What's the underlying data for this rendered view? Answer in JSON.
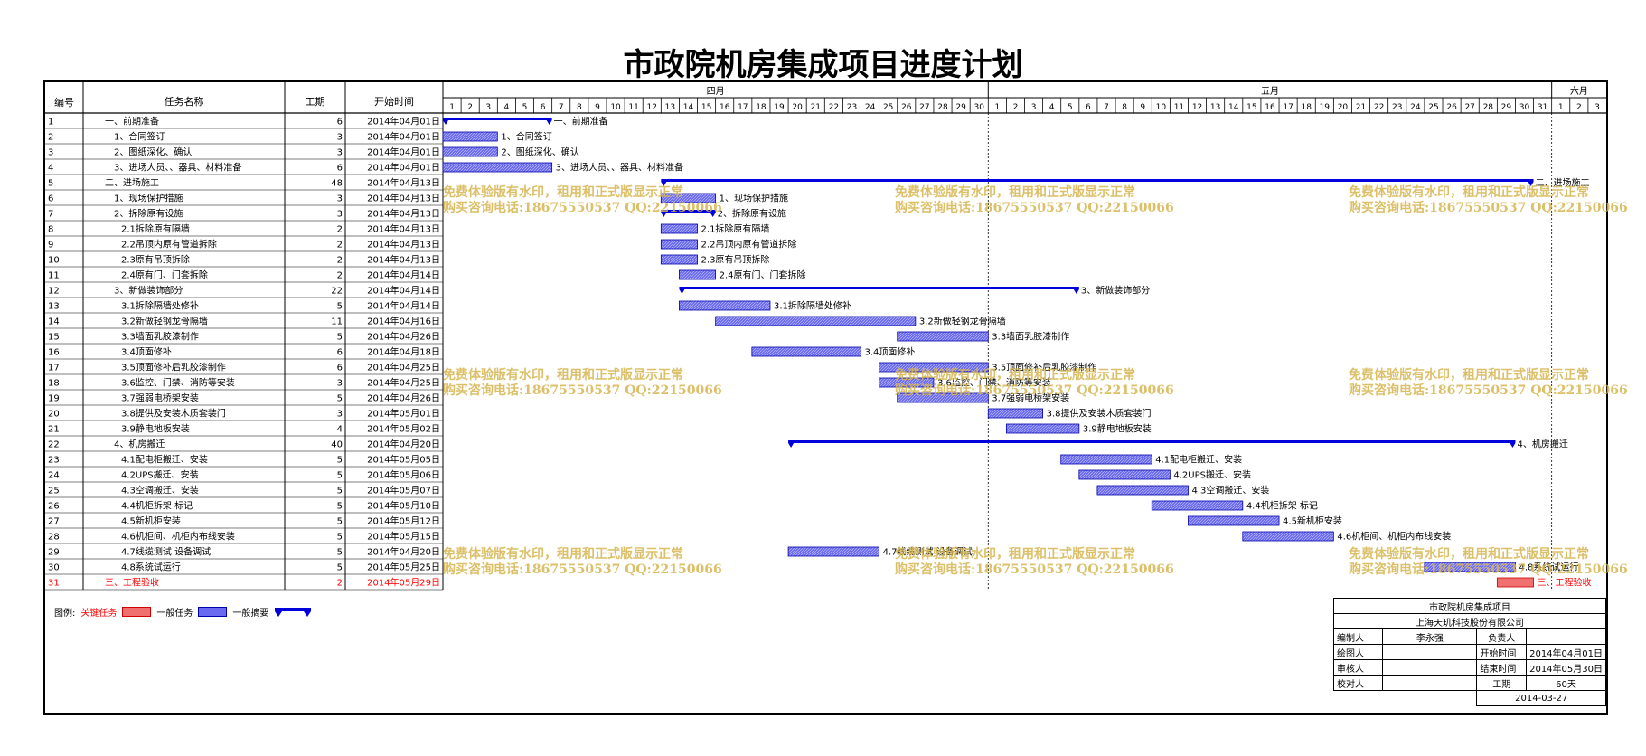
{
  "title": "市政院机房集成项目进度计划",
  "headers": {
    "id": "编号",
    "name": "任务名称",
    "dur": "工期",
    "start": "开始时间"
  },
  "months": [
    "四月",
    "五月",
    "六月"
  ],
  "days": [
    "1",
    "2",
    "3",
    "4",
    "5",
    "6",
    "7",
    "8",
    "9",
    "10",
    "11",
    "12",
    "13",
    "14",
    "15",
    "16",
    "17",
    "18",
    "19",
    "20",
    "21",
    "22",
    "23",
    "24",
    "25",
    "26",
    "27",
    "28",
    "29",
    "30",
    "1",
    "2",
    "3",
    "4",
    "5",
    "6",
    "7",
    "8",
    "9",
    "10",
    "11",
    "12",
    "13",
    "14",
    "15",
    "16",
    "17",
    "18",
    "19",
    "20",
    "21",
    "22",
    "23",
    "24",
    "25",
    "26",
    "27",
    "28",
    "29",
    "30",
    "31",
    "1",
    "2",
    "3"
  ],
  "tasks": [
    {
      "id": "1",
      "name": "一、前期准备",
      "dur": "6",
      "start": "2014年04月01日",
      "label": "一、前期准备",
      "type": "summary"
    },
    {
      "id": "2",
      "name": "1、合同签订",
      "dur": "3",
      "start": "2014年04月01日",
      "label": "1、合同签订",
      "type": "task"
    },
    {
      "id": "3",
      "name": "2、图纸深化、确认",
      "dur": "3",
      "start": "2014年04月01日",
      "label": "2、图纸深化、确认",
      "type": "task"
    },
    {
      "id": "4",
      "name": "3、进场人员、、器具、材料准备",
      "dur": "6",
      "start": "2014年04月01日",
      "label": "3、进场人员、、器具、材料准备",
      "type": "task"
    },
    {
      "id": "5",
      "name": "二、进场施工",
      "dur": "48",
      "start": "2014年04月13日",
      "label": "二、进场施工",
      "type": "summary"
    },
    {
      "id": "6",
      "name": "1、现场保护措施",
      "dur": "3",
      "start": "2014年04月13日",
      "label": "1、现场保护措施",
      "type": "task"
    },
    {
      "id": "7",
      "name": "2、拆除原有设施",
      "dur": "3",
      "start": "2014年04月13日",
      "label": "2、拆除原有设施",
      "type": "summary"
    },
    {
      "id": "8",
      "name": "2.1拆除原有隔墙",
      "dur": "2",
      "start": "2014年04月13日",
      "label": "2.1拆除原有隔墙",
      "type": "task"
    },
    {
      "id": "9",
      "name": "2.2吊顶内原有管道拆除",
      "dur": "2",
      "start": "2014年04月13日",
      "label": "2.2吊顶内原有管道拆除",
      "type": "task"
    },
    {
      "id": "10",
      "name": "2.3原有吊顶拆除",
      "dur": "2",
      "start": "2014年04月13日",
      "label": "2.3原有吊顶拆除",
      "type": "task"
    },
    {
      "id": "11",
      "name": "2.4原有门、门套拆除",
      "dur": "2",
      "start": "2014年04月14日",
      "label": "2.4原有门、门套拆除",
      "type": "task"
    },
    {
      "id": "12",
      "name": "3、新做装饰部分",
      "dur": "22",
      "start": "2014年04月14日",
      "label": "3、新做装饰部分",
      "type": "summary"
    },
    {
      "id": "13",
      "name": "3.1拆除隔墙处修补",
      "dur": "5",
      "start": "2014年04月14日",
      "label": "3.1拆除隔墙处修补",
      "type": "task"
    },
    {
      "id": "14",
      "name": "3.2新做轻钢龙骨隔墙",
      "dur": "11",
      "start": "2014年04月16日",
      "label": "3.2新做轻钢龙骨隔墙",
      "type": "task"
    },
    {
      "id": "15",
      "name": "3.3墙面乳胶漆制作",
      "dur": "5",
      "start": "2014年04月26日",
      "label": "3.3墙面乳胶漆制作",
      "type": "task"
    },
    {
      "id": "16",
      "name": "3.4顶面修补",
      "dur": "6",
      "start": "2014年04月18日",
      "label": "3.4顶面修补",
      "type": "task"
    },
    {
      "id": "17",
      "name": "3.5顶面修补后乳胶漆制作",
      "dur": "6",
      "start": "2014年04月25日",
      "label": "3.5顶面修补后乳胶漆制作",
      "type": "task"
    },
    {
      "id": "18",
      "name": "3.6监控、门禁、消防等安装",
      "dur": "3",
      "start": "2014年04月25日",
      "label": "3.6监控、门禁、消防等安装",
      "type": "task"
    },
    {
      "id": "19",
      "name": "3.7强弱电桥架安装",
      "dur": "5",
      "start": "2014年04月26日",
      "label": "3.7强弱电桥架安装",
      "type": "task"
    },
    {
      "id": "20",
      "name": "3.8提供及安装木质套装门",
      "dur": "3",
      "start": "2014年05月01日",
      "label": "3.8提供及安装木质套装门",
      "type": "task"
    },
    {
      "id": "21",
      "name": "3.9静电地板安装",
      "dur": "4",
      "start": "2014年05月02日",
      "label": "3.9静电地板安装",
      "type": "task"
    },
    {
      "id": "22",
      "name": "4、机房搬迁",
      "dur": "40",
      "start": "2014年04月20日",
      "label": "4、机房搬迁",
      "type": "summary"
    },
    {
      "id": "23",
      "name": "4.1配电柜搬迁、安装",
      "dur": "5",
      "start": "2014年05月05日",
      "label": "4.1配电柜搬迁、安装",
      "type": "task"
    },
    {
      "id": "24",
      "name": "4.2UPS搬迁、安装",
      "dur": "5",
      "start": "2014年05月06日",
      "label": "4.2UPS搬迁、安装",
      "type": "task"
    },
    {
      "id": "25",
      "name": "4.3空调搬迁、安装",
      "dur": "5",
      "start": "2014年05月07日",
      "label": "4.3空调搬迁、安装",
      "type": "task"
    },
    {
      "id": "26",
      "name": "4.4机柜拆架 标记",
      "dur": "5",
      "start": "2014年05月10日",
      "label": "4.4机柜拆架 标记",
      "type": "task"
    },
    {
      "id": "27",
      "name": "4.5新机柜安装",
      "dur": "5",
      "start": "2014年05月12日",
      "label": "4.5新机柜安装",
      "type": "task"
    },
    {
      "id": "28",
      "name": "4.6机柜间、机柜内布线安装",
      "dur": "5",
      "start": "2014年05月15日",
      "label": "4.6机柜间、机柜内布线安装",
      "type": "task"
    },
    {
      "id": "29",
      "name": "4.7线缆测试 设备调试",
      "dur": "5",
      "start": "2014年04月20日",
      "label": "4.7线缆测试 设备调试",
      "type": "task"
    },
    {
      "id": "30",
      "name": "4.8系统试运行",
      "dur": "5",
      "start": "2014年05月25日",
      "label": "4.8系统试运行",
      "type": "task"
    },
    {
      "id": "31",
      "name": "三、工程验收",
      "dur": "2",
      "start": "2014年05月29日",
      "label": "三、工程验收",
      "type": "critical"
    }
  ],
  "legend": {
    "prefix": "图例:",
    "critical": "关键任务",
    "normal": "一般任务",
    "summary": "一般摘要"
  },
  "info": {
    "project": "市政院机房集成项目",
    "company": "上海天玑科技股份有限公司",
    "editor_label": "编制人",
    "editor": "李永强",
    "owner_label": "负责人",
    "owner": "",
    "drawer_label": "绘图人",
    "start_label": "开始时间",
    "start": "2014年04月01日",
    "reviewer_label": "审核人",
    "end_label": "结束时间",
    "end": "2014年05月30日",
    "checker_label": "校对人",
    "dur_label": "工期",
    "dur": "60天",
    "date": "2014-03-27"
  },
  "watermark": {
    "line1": "免费体验版有水印，租用和正式版显示正常",
    "line2": "购买咨询电话:18675550537 QQ:22150066"
  },
  "colors": {
    "task": "#6a6af0",
    "summary": "#0000dd",
    "critical": "#f07070",
    "critical_text": "#ff0000"
  },
  "chart_data": {
    "type": "gantt",
    "title": "市政院机房集成项目进度计划",
    "x_unit": "day",
    "x_range": [
      "2014-04-01",
      "2014-06-03"
    ],
    "bars": [
      {
        "task": "一、前期准备",
        "start": "2014-04-01",
        "days": 6,
        "kind": "summary"
      },
      {
        "task": "1、合同签订",
        "start": "2014-04-01",
        "days": 3,
        "kind": "task"
      },
      {
        "task": "2、图纸深化、确认",
        "start": "2014-04-01",
        "days": 3,
        "kind": "task"
      },
      {
        "task": "3、进场人员、、器具、材料准备",
        "start": "2014-04-01",
        "days": 6,
        "kind": "task"
      },
      {
        "task": "二、进场施工",
        "start": "2014-04-13",
        "days": 48,
        "kind": "summary"
      },
      {
        "task": "1、现场保护措施",
        "start": "2014-04-13",
        "days": 3,
        "kind": "task"
      },
      {
        "task": "2、拆除原有设施",
        "start": "2014-04-13",
        "days": 3,
        "kind": "summary"
      },
      {
        "task": "2.1拆除原有隔墙",
        "start": "2014-04-13",
        "days": 2,
        "kind": "task"
      },
      {
        "task": "2.2吊顶内原有管道拆除",
        "start": "2014-04-13",
        "days": 2,
        "kind": "task"
      },
      {
        "task": "2.3原有吊顶拆除",
        "start": "2014-04-13",
        "days": 2,
        "kind": "task"
      },
      {
        "task": "2.4原有门、门套拆除",
        "start": "2014-04-14",
        "days": 2,
        "kind": "task"
      },
      {
        "task": "3、新做装饰部分",
        "start": "2014-04-14",
        "days": 22,
        "kind": "summary"
      },
      {
        "task": "3.1拆除隔墙处修补",
        "start": "2014-04-14",
        "days": 5,
        "kind": "task"
      },
      {
        "task": "3.2新做轻钢龙骨隔墙",
        "start": "2014-04-16",
        "days": 11,
        "kind": "task"
      },
      {
        "task": "3.3墙面乳胶漆制作",
        "start": "2014-04-26",
        "days": 5,
        "kind": "task"
      },
      {
        "task": "3.4顶面修补",
        "start": "2014-04-18",
        "days": 6,
        "kind": "task"
      },
      {
        "task": "3.5顶面修补后乳胶漆制作",
        "start": "2014-04-25",
        "days": 6,
        "kind": "task"
      },
      {
        "task": "3.6监控、门禁、消防等安装",
        "start": "2014-04-25",
        "days": 3,
        "kind": "task"
      },
      {
        "task": "3.7强弱电桥架安装",
        "start": "2014-04-26",
        "days": 5,
        "kind": "task"
      },
      {
        "task": "3.8提供及安装木质套装门",
        "start": "2014-05-01",
        "days": 3,
        "kind": "task"
      },
      {
        "task": "3.9静电地板安装",
        "start": "2014-05-02",
        "days": 4,
        "kind": "task"
      },
      {
        "task": "4、机房搬迁",
        "start": "2014-04-20",
        "days": 40,
        "kind": "summary"
      },
      {
        "task": "4.1配电柜搬迁、安装",
        "start": "2014-05-05",
        "days": 5,
        "kind": "task"
      },
      {
        "task": "4.2UPS搬迁、安装",
        "start": "2014-05-06",
        "days": 5,
        "kind": "task"
      },
      {
        "task": "4.3空调搬迁、安装",
        "start": "2014-05-07",
        "days": 5,
        "kind": "task"
      },
      {
        "task": "4.4机柜拆架 标记",
        "start": "2014-05-10",
        "days": 5,
        "kind": "task"
      },
      {
        "task": "4.5新机柜安装",
        "start": "2014-05-12",
        "days": 5,
        "kind": "task"
      },
      {
        "task": "4.6机柜间、机柜内布线安装",
        "start": "2014-05-15",
        "days": 5,
        "kind": "task"
      },
      {
        "task": "4.7线缆测试 设备调试",
        "start": "2014-04-20",
        "days": 5,
        "kind": "task"
      },
      {
        "task": "4.8系统试运行",
        "start": "2014-05-25",
        "days": 5,
        "kind": "task"
      },
      {
        "task": "三、工程验收",
        "start": "2014-05-29",
        "days": 2,
        "kind": "critical"
      }
    ]
  }
}
